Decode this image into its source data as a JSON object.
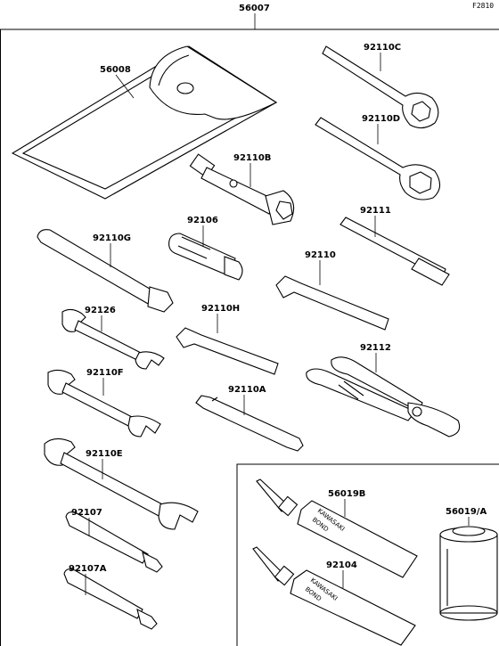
{
  "figure_code": "F2810",
  "assembly_part": "56007",
  "parts": {
    "p56008": "56008",
    "p92110C": "92110C",
    "p92110D": "92110D",
    "p92110B": "92110B",
    "p92106": "92106",
    "p92111": "92111",
    "p92110G": "92110G",
    "p92110": "92110",
    "p92126": "92126",
    "p92110H": "92110H",
    "p92112": "92112",
    "p92110F": "92110F",
    "p92110A": "92110A",
    "p92110E": "92110E",
    "p56019B": "56019B",
    "p56019A": "56019/A",
    "p92107": "92107",
    "p92104": "92104",
    "p92107A": "92107A"
  },
  "tube_text": {
    "brand": "KAWASAKI",
    "product": "BOND"
  }
}
